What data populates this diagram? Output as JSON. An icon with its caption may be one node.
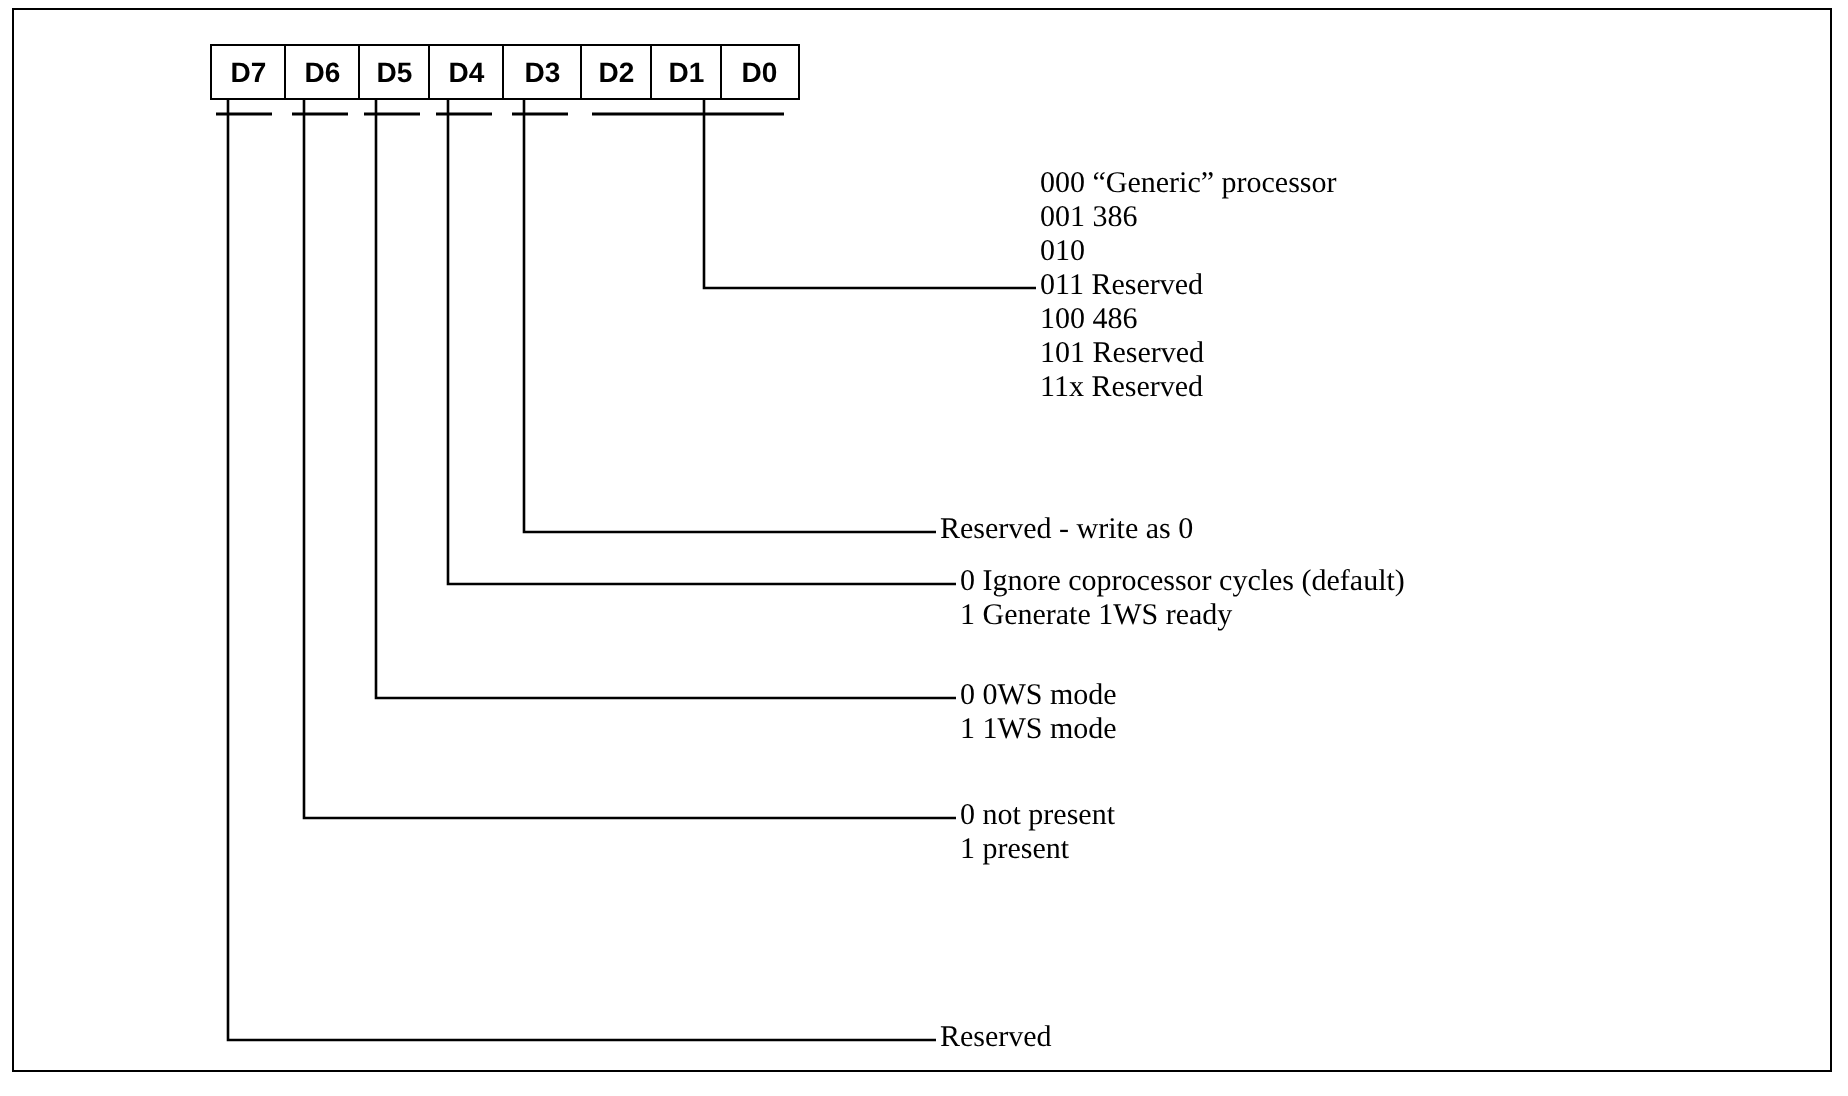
{
  "diagram": {
    "nodes": [
      {
        "text": [
          "D7"
        ]
      },
      {
        "text": [
          "D6"
        ]
      },
      {
        "text": [
          "D5"
        ]
      },
      {
        "text": [
          "D4"
        ]
      },
      {
        "text": [
          "D3"
        ]
      },
      {
        "text": [
          "D2"
        ]
      },
      {
        "text": [
          "D1"
        ]
      },
      {
        "text": [
          "D0"
        ]
      },
      {
        "text": [
          "000 “Generic” processor",
          "001 386",
          "010",
          "011 Reserved",
          "100 486",
          "101 Reserved",
          "11x Reserved"
        ]
      },
      {
        "text": [
          "Reserved - write as 0"
        ]
      },
      {
        "text": [
          "0 Ignore coprocessor cycles (default)",
          "1 Generate 1WS ready"
        ]
      },
      {
        "text": [
          "0 0WS mode",
          "1 1WS mode"
        ]
      },
      {
        "text": [
          "0 not present",
          "1 present"
        ]
      },
      {
        "text": [
          "Reserved"
        ]
      }
    ],
    "edges": [
      {
        "from": 6,
        "to": 8,
        "arrow": "none"
      },
      {
        "from": 4,
        "to": 9,
        "arrow": "none"
      },
      {
        "from": 3,
        "to": 10,
        "arrow": "none"
      },
      {
        "from": 2,
        "to": 11,
        "arrow": "none"
      },
      {
        "from": 1,
        "to": 12,
        "arrow": "none"
      },
      {
        "from": 0,
        "to": 13,
        "arrow": "none"
      }
    ]
  }
}
